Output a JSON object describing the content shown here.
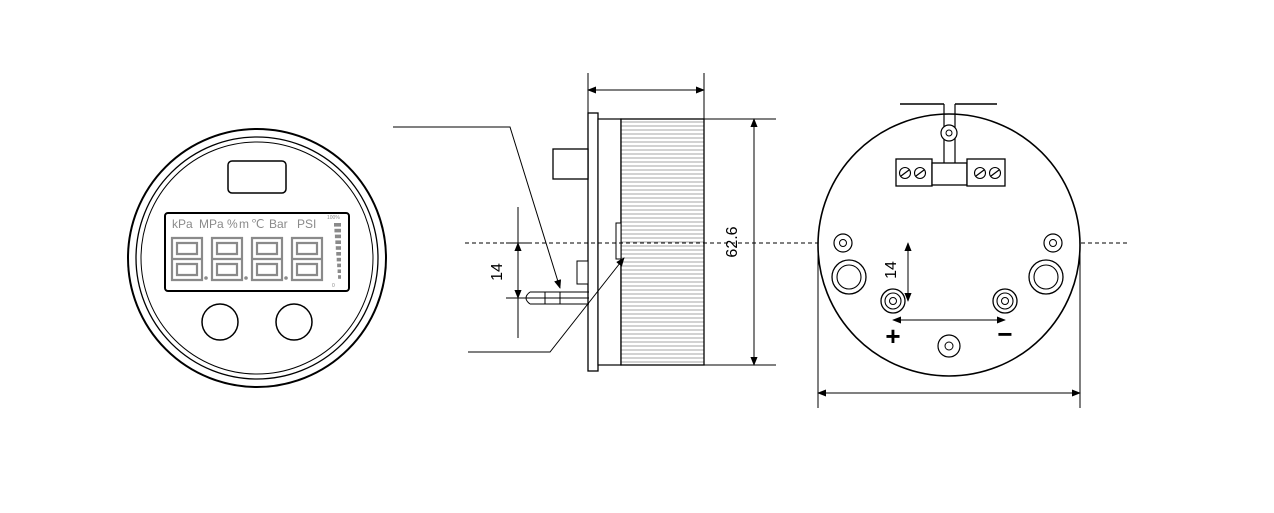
{
  "front_view": {
    "units": {
      "kpa": "kPa",
      "mpa": "MPa",
      "percent": "%",
      "m": "m",
      "celsius": "℃",
      "bar": "Bar",
      "psi": "PSI"
    },
    "bargraph_top": "100%",
    "bargraph_bottom": "0"
  },
  "dimensions": {
    "side_height": "62.6",
    "side_offset": "14",
    "rear_offset": "14"
  },
  "terminals": {
    "plus": "+",
    "minus": "−"
  }
}
